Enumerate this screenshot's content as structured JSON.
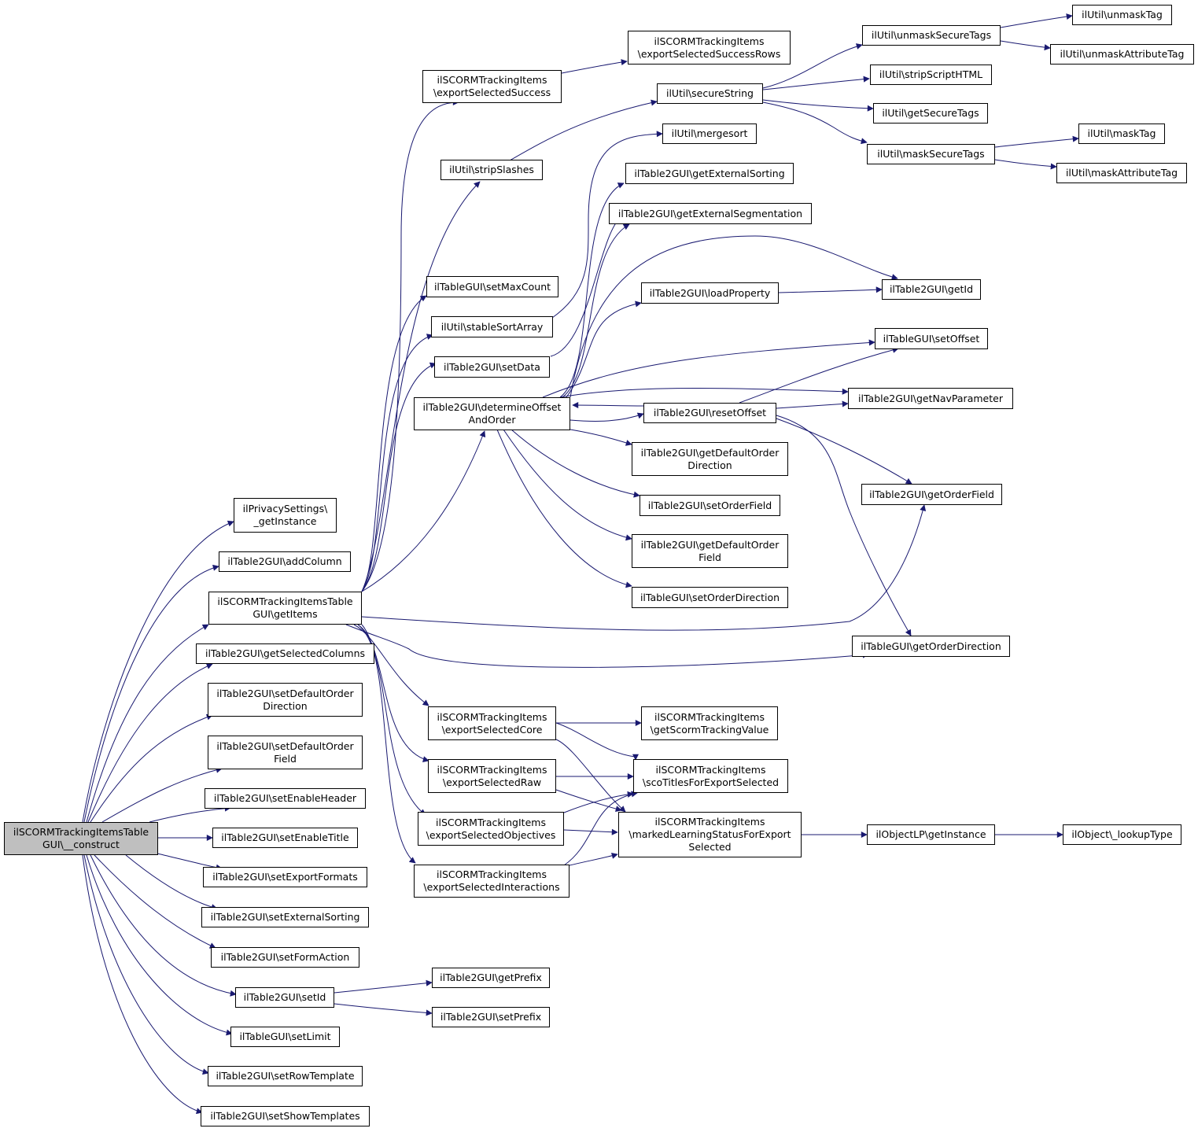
{
  "colors": {
    "edge": "#191970",
    "root_fill": "#bfbfbf",
    "node_fill": "#ffffff",
    "border": "#000000"
  },
  "nodes": {
    "root": [
      "ilSCORMTrackingItemsTable",
      "GUI\\__construct"
    ],
    "privacy": [
      "ilPrivacySettings\\",
      "_getInstance"
    ],
    "addColumn": [
      "ilTable2GUI\\addColumn"
    ],
    "getItems": [
      "ilSCORMTrackingItemsTable",
      "GUI\\getItems"
    ],
    "getSelectedColumns": [
      "ilTable2GUI\\getSelectedColumns"
    ],
    "setDefaultOrderDirection": [
      "ilTable2GUI\\setDefaultOrder",
      "Direction"
    ],
    "setDefaultOrderField": [
      "ilTable2GUI\\setDefaultOrder",
      "Field"
    ],
    "setEnableHeader": [
      "ilTable2GUI\\setEnableHeader"
    ],
    "setEnableTitle": [
      "ilTable2GUI\\setEnableTitle"
    ],
    "setExportFormats": [
      "ilTable2GUI\\setExportFormats"
    ],
    "setExternalSorting": [
      "ilTable2GUI\\setExternalSorting"
    ],
    "setFormAction": [
      "ilTable2GUI\\setFormAction"
    ],
    "setId": [
      "ilTable2GUI\\setId"
    ],
    "setLimit": [
      "ilTableGUI\\setLimit"
    ],
    "setRowTemplate": [
      "ilTable2GUI\\setRowTemplate"
    ],
    "setShowTemplates": [
      "ilTable2GUI\\setShowTemplates"
    ],
    "exportSelectedSuccess": [
      "ilSCORMTrackingItems",
      "\\exportSelectedSuccess"
    ],
    "exportSelectedSuccessRows": [
      "ilSCORMTrackingItems",
      "\\exportSelectedSuccessRows"
    ],
    "stripSlashes": [
      "ilUtil\\stripSlashes"
    ],
    "secureString": [
      "ilUtil\\secureString"
    ],
    "unmaskSecureTags": [
      "ilUtil\\unmaskSecureTags"
    ],
    "unmaskTag": [
      "ilUtil\\unmaskTag"
    ],
    "unmaskAttributeTag": [
      "ilUtil\\unmaskAttributeTag"
    ],
    "stripScriptHTML": [
      "ilUtil\\stripScriptHTML"
    ],
    "getSecureTags": [
      "ilUtil\\getSecureTags"
    ],
    "maskSecureTags": [
      "ilUtil\\maskSecureTags"
    ],
    "maskTag": [
      "ilUtil\\maskTag"
    ],
    "maskAttributeTag": [
      "ilUtil\\maskAttributeTag"
    ],
    "mergesort": [
      "ilUtil\\mergesort"
    ],
    "getExternalSorting": [
      "ilTable2GUI\\getExternalSorting"
    ],
    "getExternalSegmentation": [
      "ilTable2GUI\\getExternalSegmentation"
    ],
    "setMaxCount": [
      "ilTableGUI\\setMaxCount"
    ],
    "stableSortArray": [
      "ilUtil\\stableSortArray"
    ],
    "setData": [
      "ilTable2GUI\\setData"
    ],
    "loadProperty": [
      "ilTable2GUI\\loadProperty"
    ],
    "getId": [
      "ilTable2GUI\\getId"
    ],
    "setOffset": [
      "ilTableGUI\\setOffset"
    ],
    "determineOffsetAndOrder": [
      "ilTable2GUI\\determineOffset",
      "AndOrder"
    ],
    "resetOffset": [
      "ilTable2GUI\\resetOffset"
    ],
    "getNavParameter": [
      "ilTable2GUI\\getNavParameter"
    ],
    "getDefaultOrderDirection": [
      "ilTable2GUI\\getDefaultOrder",
      "Direction"
    ],
    "setOrderField": [
      "ilTable2GUI\\setOrderField"
    ],
    "getOrderField": [
      "ilTable2GUI\\getOrderField"
    ],
    "getDefaultOrderField": [
      "ilTable2GUI\\getDefaultOrder",
      "Field"
    ],
    "setOrderDirection": [
      "ilTableGUI\\setOrderDirection"
    ],
    "getOrderDirection": [
      "ilTableGUI\\getOrderDirection"
    ],
    "exportSelectedCore": [
      "ilSCORMTrackingItems",
      "\\exportSelectedCore"
    ],
    "getScormTrackingValue": [
      "ilSCORMTrackingItems",
      "\\getScormTrackingValue"
    ],
    "exportSelectedRaw": [
      "ilSCORMTrackingItems",
      "\\exportSelectedRaw"
    ],
    "scoTitlesForExportSelected": [
      "ilSCORMTrackingItems",
      "\\scoTitlesForExportSelected"
    ],
    "exportSelectedObjectives": [
      "ilSCORMTrackingItems",
      "\\exportSelectedObjectives"
    ],
    "markedLearningStatus": [
      "ilSCORMTrackingItems",
      "\\markedLearningStatusForExport",
      "Selected"
    ],
    "objectLPGetInstance": [
      "ilObjectLP\\getInstance"
    ],
    "lookupType": [
      "ilObject\\_lookupType"
    ],
    "exportSelectedInteractions": [
      "ilSCORMTrackingItems",
      "\\exportSelectedInteractions"
    ],
    "getPrefix": [
      "ilTable2GUI\\getPrefix"
    ],
    "setPrefix": [
      "ilTable2GUI\\setPrefix"
    ]
  }
}
